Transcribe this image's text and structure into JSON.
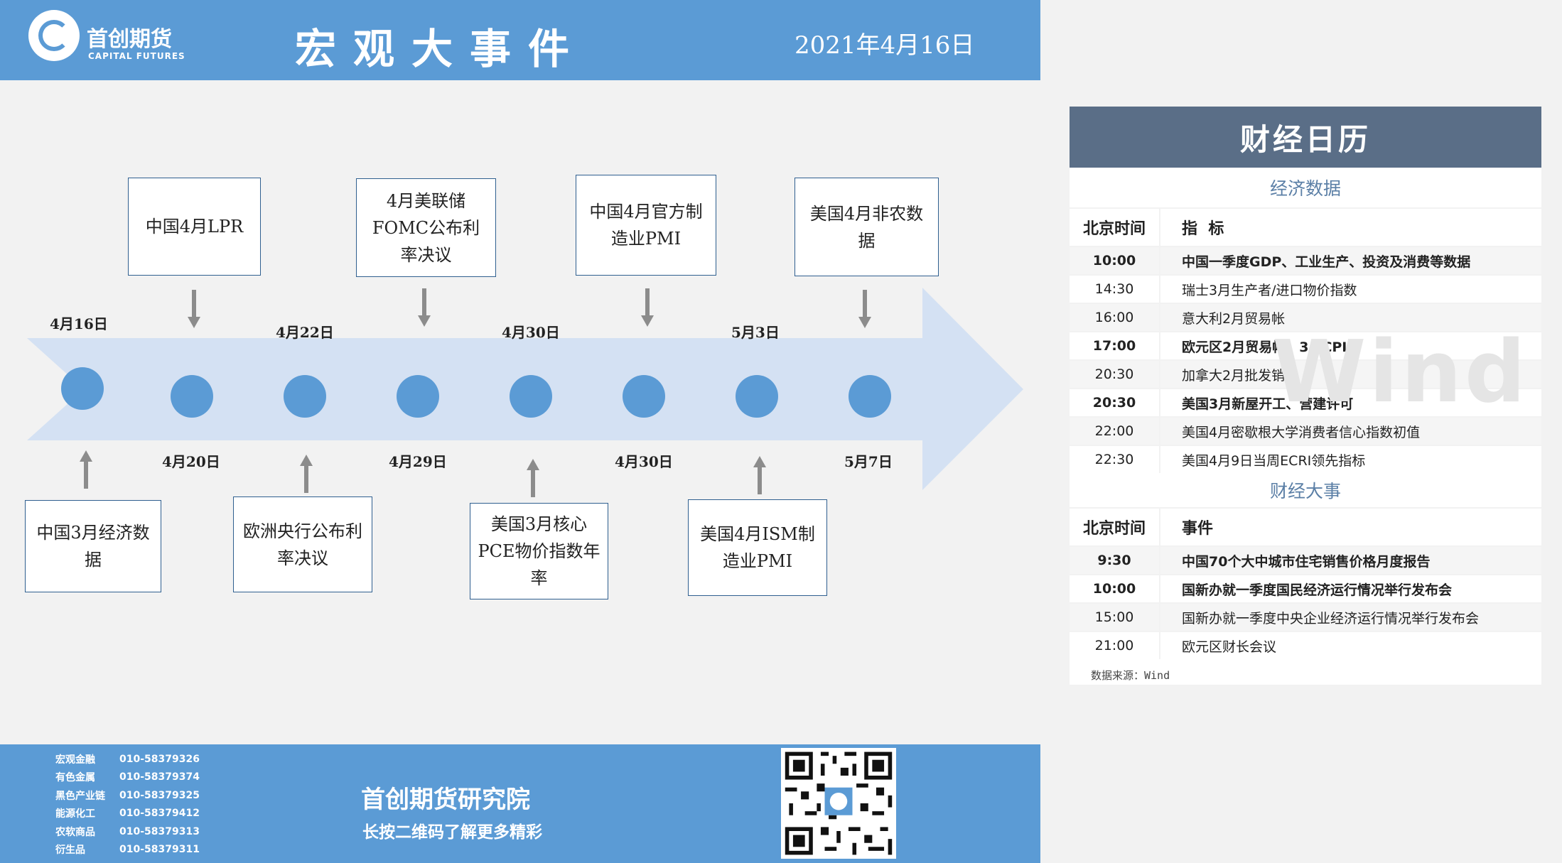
{
  "header": {
    "logo_cn": "首创期货",
    "logo_en": "CAPITAL FUTURES",
    "title": "宏观大事件",
    "date": "2021年4月16日"
  },
  "timeline": {
    "top_dates": [
      "4月16日",
      "4月22日",
      "4月30日",
      "5月3日"
    ],
    "bottom_dates": [
      "4月20日",
      "4月29日",
      "4月30日",
      "5月7日"
    ],
    "top_events": [
      "中国4月LPR",
      "4月美联储FOMC公布利率决议",
      "中国4月官方制造业PMI",
      "美国4月非农数据"
    ],
    "bottom_events": [
      "中国3月经济数据",
      "欧洲央行公布利率决议",
      "美国3月核心PCE物价指数年率",
      "美国4月ISM制造业PMI"
    ]
  },
  "calendar": {
    "title": "财经日历",
    "econ_section": "经济数据",
    "econ_head": {
      "time": "北京时间",
      "item": "指  标"
    },
    "econ_rows": [
      {
        "time": "10:00",
        "text": "中国一季度GDP、工业生产、投资及消费等数据",
        "bold": true
      },
      {
        "time": "14:30",
        "text": "瑞士3月生产者/进口物价指数",
        "bold": false
      },
      {
        "time": "16:00",
        "text": "意大利2月贸易帐",
        "bold": false
      },
      {
        "time": "17:00",
        "text": "欧元区2月贸易帐、3月CPI",
        "bold": true
      },
      {
        "time": "20:30",
        "text": "加拿大2月批发销售",
        "bold": false
      },
      {
        "time": "20:30",
        "text": "美国3月新屋开工、营建许可",
        "bold": true
      },
      {
        "time": "22:00",
        "text": "美国4月密歇根大学消费者信心指数初值",
        "bold": false
      },
      {
        "time": "22:30",
        "text": "美国4月9日当周ECRI领先指标",
        "bold": false
      }
    ],
    "event_section": "财经大事",
    "event_head": {
      "time": "北京时间",
      "item": "事件"
    },
    "event_rows": [
      {
        "time": "9:30",
        "text": "中国70个大中城市住宅销售价格月度报告",
        "bold": true
      },
      {
        "time": "10:00",
        "text": "国新办就一季度国民经济运行情况举行发布会",
        "bold": true
      },
      {
        "time": "15:00",
        "text": "国新办就一季度中央企业经济运行情况举行发布会",
        "bold": false
      },
      {
        "time": "21:00",
        "text": "欧元区财长会议",
        "bold": false
      }
    ],
    "source": "数据来源：Wind",
    "watermark": "Wind"
  },
  "footer": {
    "contacts": [
      {
        "dept": "宏观金融",
        "phone": "010-58379326"
      },
      {
        "dept": "有色金属",
        "phone": "010-58379374"
      },
      {
        "dept": "黑色产业链",
        "phone": "010-58379325"
      },
      {
        "dept": "能源化工",
        "phone": "010-58379412"
      },
      {
        "dept": "农软商品",
        "phone": "010-58379313"
      },
      {
        "dept": "衍生品",
        "phone": "010-58379311"
      }
    ],
    "org": "首创期货研究院",
    "tip": "长按二维码了解更多精彩"
  },
  "colors": {
    "brand_blue": "#5b9bd5",
    "arrow_fill": "#d4e1f3",
    "calendar_title_bg": "#5a6e87"
  }
}
